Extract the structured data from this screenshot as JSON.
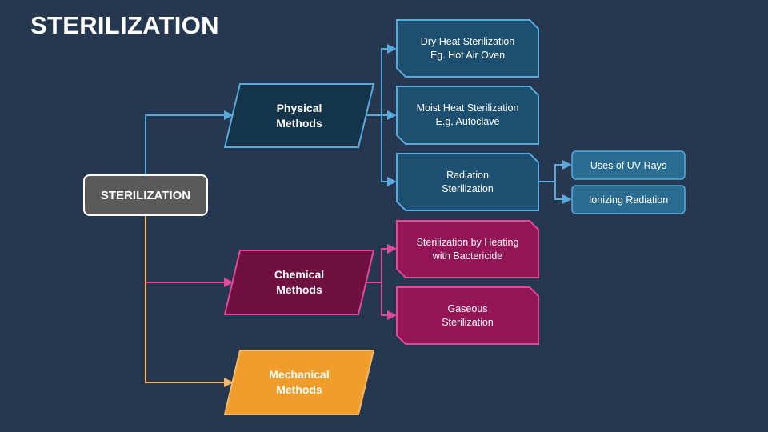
{
  "title": "STERILIZATION",
  "root": {
    "label": "STERILIZATION"
  },
  "colors": {
    "background": "#263850",
    "physical": "#5aa9dc",
    "physical_fill": "#14344a",
    "physical_leaf_fill": "#1d5070",
    "physical_pill_fill": "#2a6c92",
    "chemical": "#e3489a",
    "chemical_fill": "#6e1040",
    "chemical_leaf_fill": "#931556",
    "mechanical": "#f5b869",
    "mechanical_fill": "#f09d2b"
  },
  "branches": [
    {
      "label": "Physical\nMethods",
      "children": [
        {
          "label": "Dry Heat Sterilization\nEg. Hot Air Oven"
        },
        {
          "label": "Moist Heat Sterilization\nE.g, Autoclave"
        },
        {
          "label": "Radiation\nSterilization",
          "children": [
            {
              "label": "Uses of UV Rays"
            },
            {
              "label": "Ionizing Radiation"
            }
          ]
        }
      ]
    },
    {
      "label": "Chemical\nMethods",
      "children": [
        {
          "label": "Sterilization by Heating\nwith Bactericide"
        },
        {
          "label": "Gaseous\nSterilization"
        }
      ]
    },
    {
      "label": "Mechanical\nMethods",
      "children": []
    }
  ]
}
